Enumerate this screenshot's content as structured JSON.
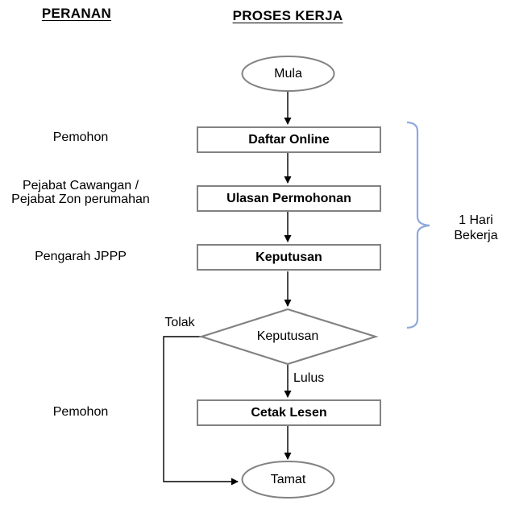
{
  "headers": {
    "left": "PERANAN",
    "right": "PROSES KERJA"
  },
  "roles": [
    {
      "label": "Pemohon"
    },
    {
      "label_line1": "Pejabat Cawangan /",
      "label_line2": "Pejabat Zon perumahan"
    },
    {
      "label": "Pengarah JPPP"
    },
    {
      "label": "Pemohon"
    }
  ],
  "flow": {
    "start_label": "Mula",
    "step1_label": "Daftar Online",
    "step2_label": "Ulasan Permohonan",
    "step3_label": "Keputusan",
    "decision_label": "Keputusan",
    "reject_label": "Tolak",
    "approve_label": "Lulus",
    "step4_label": "Cetak Lesen",
    "end_label": "Tamat"
  },
  "annotation": {
    "line1": "1 Hari",
    "line2": "Bekerja"
  },
  "colors": {
    "shape-border": "#828282",
    "connector": "#000000",
    "brace": "#8faadc",
    "text": "#000000",
    "background": "#ffffff"
  }
}
